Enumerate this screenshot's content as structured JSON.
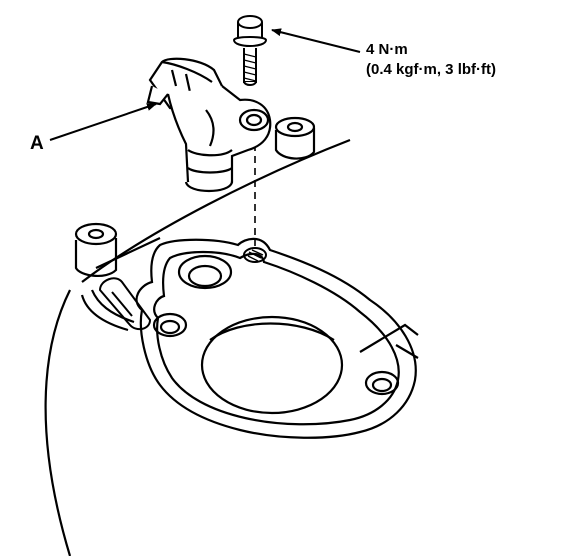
{
  "callouts": {
    "part_label": "A",
    "torque_nm": "4 N·m",
    "torque_alt": "(0.4 kgf·m, 3 lbf·ft)"
  },
  "colors": {
    "ink": "#000000",
    "paper": "#ffffff"
  }
}
